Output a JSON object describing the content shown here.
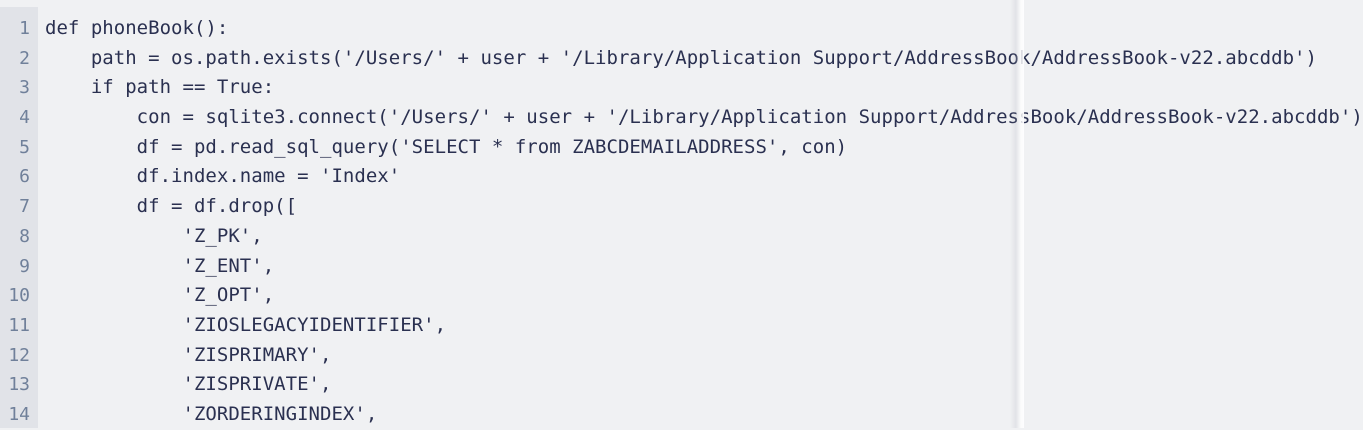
{
  "editor": {
    "language": "python",
    "colors": {
      "gutter_background": "#e1e3e8",
      "code_background": "#f0f1f3",
      "code_text": "#2a3050",
      "line_number_text": "#70809a"
    },
    "lines": [
      {
        "number": "1",
        "text": "def phoneBook():"
      },
      {
        "number": "2",
        "text": "    path = os.path.exists('/Users/' + user + '/Library/Application Support/AddressBook/AddressBook-v22.abcddb')"
      },
      {
        "number": "3",
        "text": "    if path == True:"
      },
      {
        "number": "4",
        "text": "        con = sqlite3.connect('/Users/' + user + '/Library/Application Support/AddressBook/AddressBook-v22.abcddb')"
      },
      {
        "number": "5",
        "text": "        df = pd.read_sql_query('SELECT * from ZABCDEMAILADDRESS', con)"
      },
      {
        "number": "6",
        "text": "        df.index.name = 'Index'"
      },
      {
        "number": "7",
        "text": "        df = df.drop(["
      },
      {
        "number": "8",
        "text": "            'Z_PK',"
      },
      {
        "number": "9",
        "text": "            'Z_ENT',"
      },
      {
        "number": "10",
        "text": "            'Z_OPT',"
      },
      {
        "number": "11",
        "text": "            'ZIOSLEGACYIDENTIFIER',"
      },
      {
        "number": "12",
        "text": "            'ZISPRIMARY',"
      },
      {
        "number": "13",
        "text": "            'ZISPRIVATE',"
      },
      {
        "number": "14",
        "text": "            'ZORDERINGINDEX',"
      }
    ]
  }
}
